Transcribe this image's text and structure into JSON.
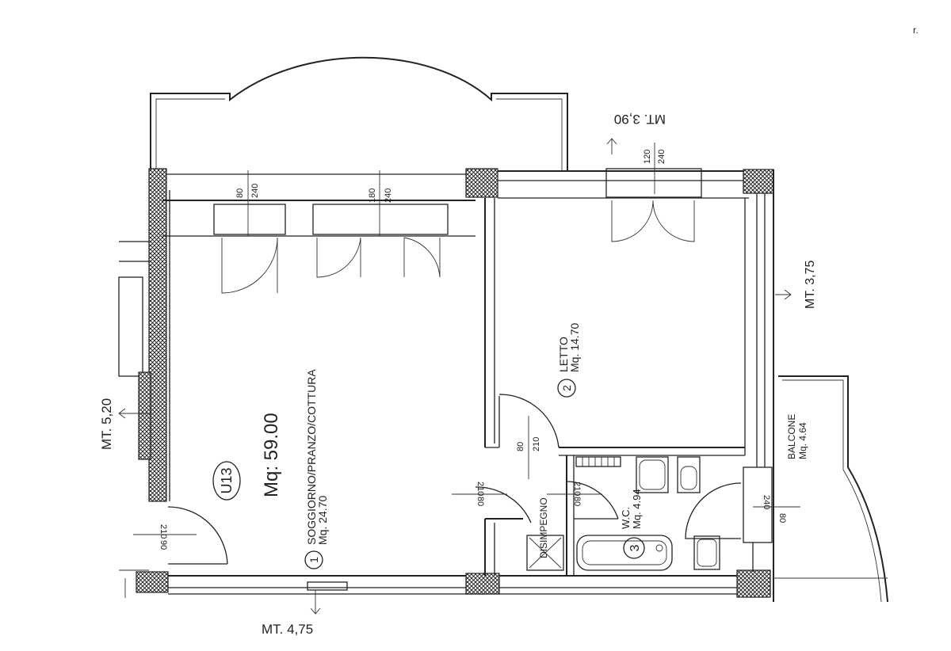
{
  "unit_id": "U13",
  "total_area": "Mq: 59.00",
  "rooms": {
    "soggiorno": {
      "number": "1",
      "name": "SOGGIORNO/PRANZO/COTTURA",
      "area": "Mq. 24.70"
    },
    "letto": {
      "number": "2",
      "name": "LETTO",
      "area": "Mq. 14.70"
    },
    "wc": {
      "number": "3",
      "name": "W.C.",
      "area": "Mq. 4.94"
    },
    "disimpegno": {
      "name": "DISIMPEGNO"
    },
    "balcone": {
      "name": "BALCONE",
      "area": "Mq. 4.64"
    }
  },
  "openings": {
    "win_a": {
      "width": "80",
      "height": "240"
    },
    "win_b": {
      "width": "180",
      "height": "240"
    },
    "win_c": {
      "width": "120",
      "height": "240"
    },
    "door_entry": {
      "width": "90",
      "height": "210"
    },
    "door_hall_left": {
      "width": "80",
      "height": "210"
    },
    "door_hall_right": {
      "width": "80",
      "height": "210"
    },
    "door_bedroom": {
      "width": "80",
      "height": "210"
    },
    "door_balcony": {
      "width": "80",
      "height": "240"
    }
  },
  "dimensions": {
    "bottom": "MT. 4,75",
    "left": "MT. 5,20",
    "right": "MT. 3,75",
    "top": "MT. 3,90"
  },
  "corner_mark": "r."
}
